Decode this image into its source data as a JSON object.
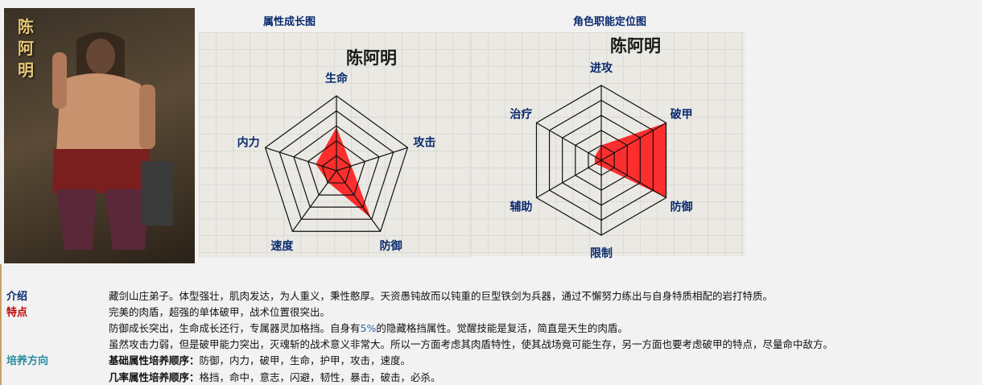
{
  "portrait": {
    "name": "陈阿明"
  },
  "headings": {
    "growth": "属性成长图",
    "role": "角色职能定位图"
  },
  "chart_data": [
    {
      "type": "radar",
      "title": "陈阿明",
      "heading": "属性成长图",
      "axes": [
        "生命",
        "攻击",
        "防御",
        "速度",
        "内力"
      ],
      "values": [
        58,
        21,
        78,
        19,
        29
      ],
      "range": [
        0,
        100
      ],
      "rings": 5,
      "fill": "#ff1a1a"
    },
    {
      "type": "radar",
      "title": "陈阿明",
      "heading": "角色职能定位图",
      "axes": [
        "进攻",
        "破甲",
        "防御",
        "限制",
        "辅助",
        "治疗"
      ],
      "values": [
        20,
        100,
        100,
        8,
        10,
        10
      ],
      "range": [
        0,
        100
      ],
      "rings": 5,
      "fill": "#ff1a1a"
    }
  ],
  "info": {
    "intro_label": "介绍",
    "intro_text": "藏剑山庄弟子。体型强壮，肌肉发达，为人重义，秉性憨厚。天资愚钝故而以钝重的巨型铁剑为兵器，通过不懈努力练出与自身特质相配的岩打特质。",
    "feature_label": "特点",
    "feature_lines": [
      "完美的肉盾，超强的单体破甲，战术位置很突出。",
      "防御成长突出，生命成长还行，专属器灵加格挡。自身有",
      "5%",
      "的隐藏格挡属性。觉醒技能是复活，简直是天生的肉盾。",
      "虽然攻击力弱，但是破甲能力突出，灭魂斩的战术意义非常大。所以一方面考虑其肉盾特性，使其战场竟可能生存，另一方面也要考虑破甲的特点，尽量命中敌方。"
    ],
    "train_label": "培养方向",
    "base_title": "基础属性培养顺序：",
    "base_order": "防御，内力，破甲，生命，护甲，攻击，速度。",
    "rate_title": "几率属性培养顺序：",
    "rate_order": "格挡，命中，意志，闪避，韧性，暴击，破击，必杀。"
  }
}
